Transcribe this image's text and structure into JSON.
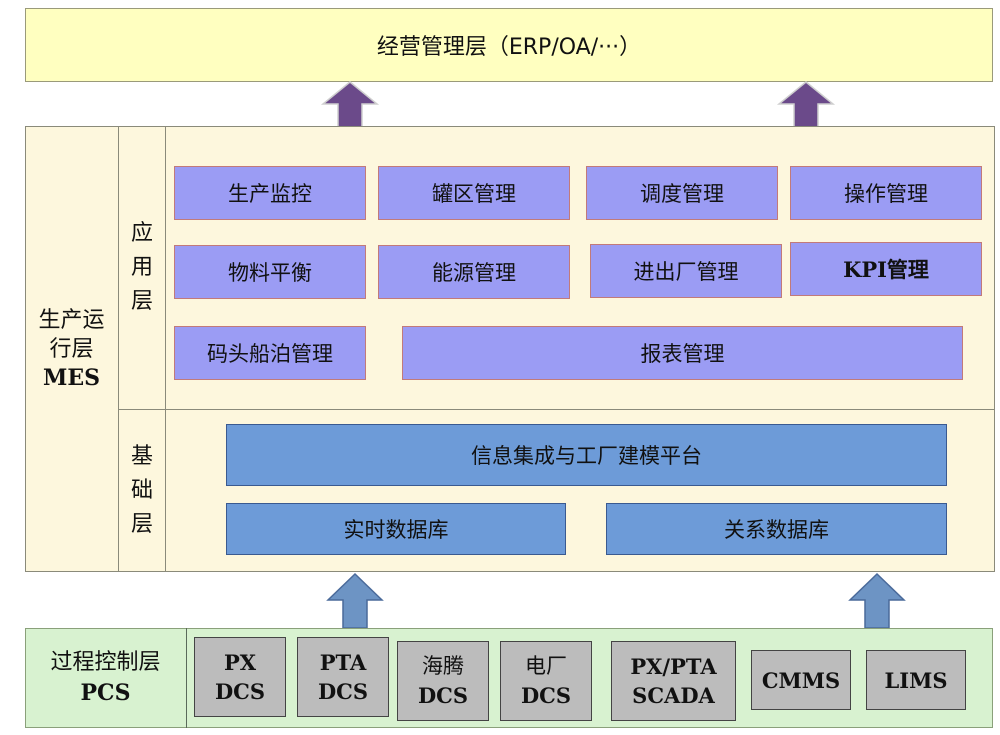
{
  "management_layer": {
    "title": "经营管理层（ERP/OA/···）"
  },
  "mes_layer": {
    "label_line1": "生产运",
    "label_line2": "行层",
    "label_line3": "MES",
    "application_layer": {
      "label_chars": [
        "应",
        "用",
        "层"
      ],
      "modules": [
        "生产监控",
        "罐区管理",
        "调度管理",
        "操作管理",
        "物料平衡",
        "能源管理",
        "进出厂管理",
        "KPI管理",
        "码头船泊管理",
        "报表管理"
      ]
    },
    "base_layer": {
      "label_chars": [
        "基",
        "础",
        "层"
      ],
      "platform": "信息集成与工厂建模平台",
      "realtime_db": "实时数据库",
      "relational_db": "关系数据库"
    }
  },
  "pcs_layer": {
    "label_line1": "过程控制层",
    "label_line2": "PCS",
    "systems": [
      {
        "line1": "PX",
        "line2": "DCS"
      },
      {
        "line1": "PTA",
        "line2": "DCS"
      },
      {
        "line1": "海腾",
        "line2": "DCS"
      },
      {
        "line1": "电厂",
        "line2": "DCS"
      },
      {
        "line1": "PX/PTA",
        "line2": "SCADA"
      },
      {
        "line1": "CMMS",
        "line2": ""
      },
      {
        "line1": "LIMS",
        "line2": ""
      }
    ]
  },
  "colors": {
    "management_fill": "#ffffc0",
    "mes_fill": "#fdf7dd",
    "app_module_fill": "#9b9cf4",
    "base_box_fill": "#6d9bd8",
    "pcs_fill": "#d8f2d0",
    "pcs_box_fill": "#bcbcbc",
    "up_arrow_top": "#6b4a8a",
    "up_arrow_bottom": "#6d94c4"
  },
  "icons": {
    "arrow": "up-arrow-icon"
  }
}
